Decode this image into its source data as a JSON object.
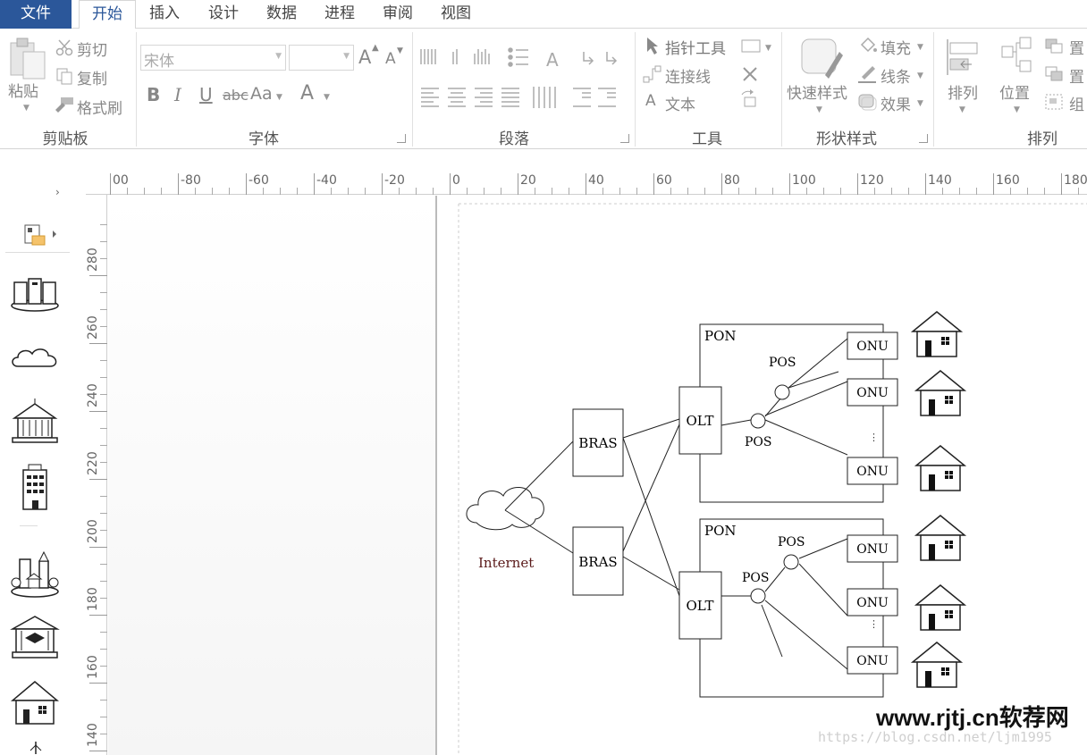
{
  "menu": {
    "file": "文件",
    "tabs": [
      "开始",
      "插入",
      "设计",
      "数据",
      "进程",
      "审阅",
      "视图"
    ]
  },
  "ribbon": {
    "clipboard": {
      "paste": "粘贴",
      "cut": "剪切",
      "copy": "复制",
      "format_painter": "格式刷",
      "group_label": "剪贴板"
    },
    "font": {
      "font_name_placeholder": "宋体",
      "bold": "B",
      "italic": "I",
      "underline": "U",
      "strikethrough": "abc",
      "change_case": "Aa",
      "font_color": "A",
      "grow": "A",
      "shrink": "A",
      "group_label": "字体"
    },
    "paragraph": {
      "group_label": "段落"
    },
    "tools": {
      "pointer": "指针工具",
      "connector": "连接线",
      "text": "文本",
      "text_glyph": "A",
      "group_label": "工具"
    },
    "shape_styles": {
      "quick_styles": "快速样式",
      "fill": "填充",
      "line": "线条",
      "effects": "效果",
      "group_label": "形状样式"
    },
    "arrange": {
      "align": "排列",
      "position": "位置",
      "bring_front": "置",
      "send_back": "置",
      "group": "组",
      "group_label": "排列"
    }
  },
  "ruler": {
    "horizontal": [
      "00",
      "-80",
      "-60",
      "-40",
      "-20",
      "0",
      "20",
      "40",
      "60",
      "80",
      "100",
      "120",
      "140",
      "160",
      "180"
    ],
    "vertical": [
      "280",
      "260",
      "240",
      "220",
      "200",
      "180",
      "160",
      "140"
    ]
  },
  "diagram": {
    "internet": "Internet",
    "bras": [
      "BRAS",
      "BRAS"
    ],
    "olt": [
      "OLT",
      "OLT"
    ],
    "pon": [
      "PON",
      "PON"
    ],
    "pos": [
      "POS",
      "POS",
      "POS",
      "POS"
    ],
    "onu": [
      "ONU",
      "ONU",
      "ONU",
      "ONU",
      "ONU",
      "ONU"
    ],
    "ellipsis": "⋮"
  },
  "watermark": {
    "brand": "www.rjtj.cn软荐网",
    "url": "https://blog.csdn.net/ljm1995"
  },
  "colors": {
    "file_tab": "#2b579a",
    "active_tab_text": "#2b579a",
    "internet_label": "#5a1a1a"
  }
}
